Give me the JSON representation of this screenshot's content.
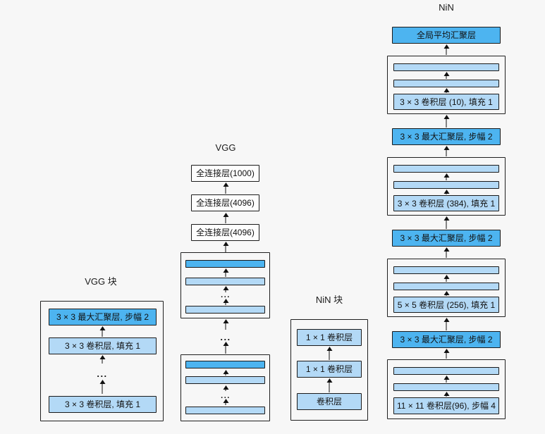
{
  "ellipsis": "...",
  "colors": {
    "dark_blue": "#4db4f0",
    "light_blue": "#b3d9f6",
    "background": "#f7f7f7",
    "box_border": "#1a1a1a",
    "white_box": "#fdfdfd"
  },
  "vgg_block": {
    "title": "VGG 块",
    "pool_layer": "3 × 3 最大汇聚层, 步幅 2",
    "conv_layer_upper": "3 × 3 卷积层, 填充 1",
    "conv_layer_lower": "3 × 3 卷积层, 填充 1"
  },
  "vgg": {
    "title": "VGG",
    "fc_1000": "全连接层(1000)",
    "fc_4096_upper": "全连接层(4096)",
    "fc_4096_lower": "全连接层(4096)"
  },
  "nin_block": {
    "title": "NiN 块",
    "conv_1x1_upper": "1 × 1 卷积层",
    "conv_1x1_lower": "1 × 1 卷积层",
    "conv_layer": "卷积层"
  },
  "nin": {
    "title": "NiN",
    "global_avg_pool": "全局平均汇聚层",
    "conv_10": "3 × 3 卷积层 (10), 填充 1",
    "max_pool_upper": "3 × 3 最大汇聚层, 步幅 2",
    "conv_384": "3 × 3 卷积层 (384), 填充 1",
    "max_pool_middle": "3 × 3 最大汇聚层, 步幅 2",
    "conv_256": "5 × 5 卷积层 (256), 填充 1",
    "max_pool_lower": "3 × 3 最大汇聚层, 步幅 2",
    "conv_96": "11 × 11 卷积层(96), 步幅 4"
  }
}
